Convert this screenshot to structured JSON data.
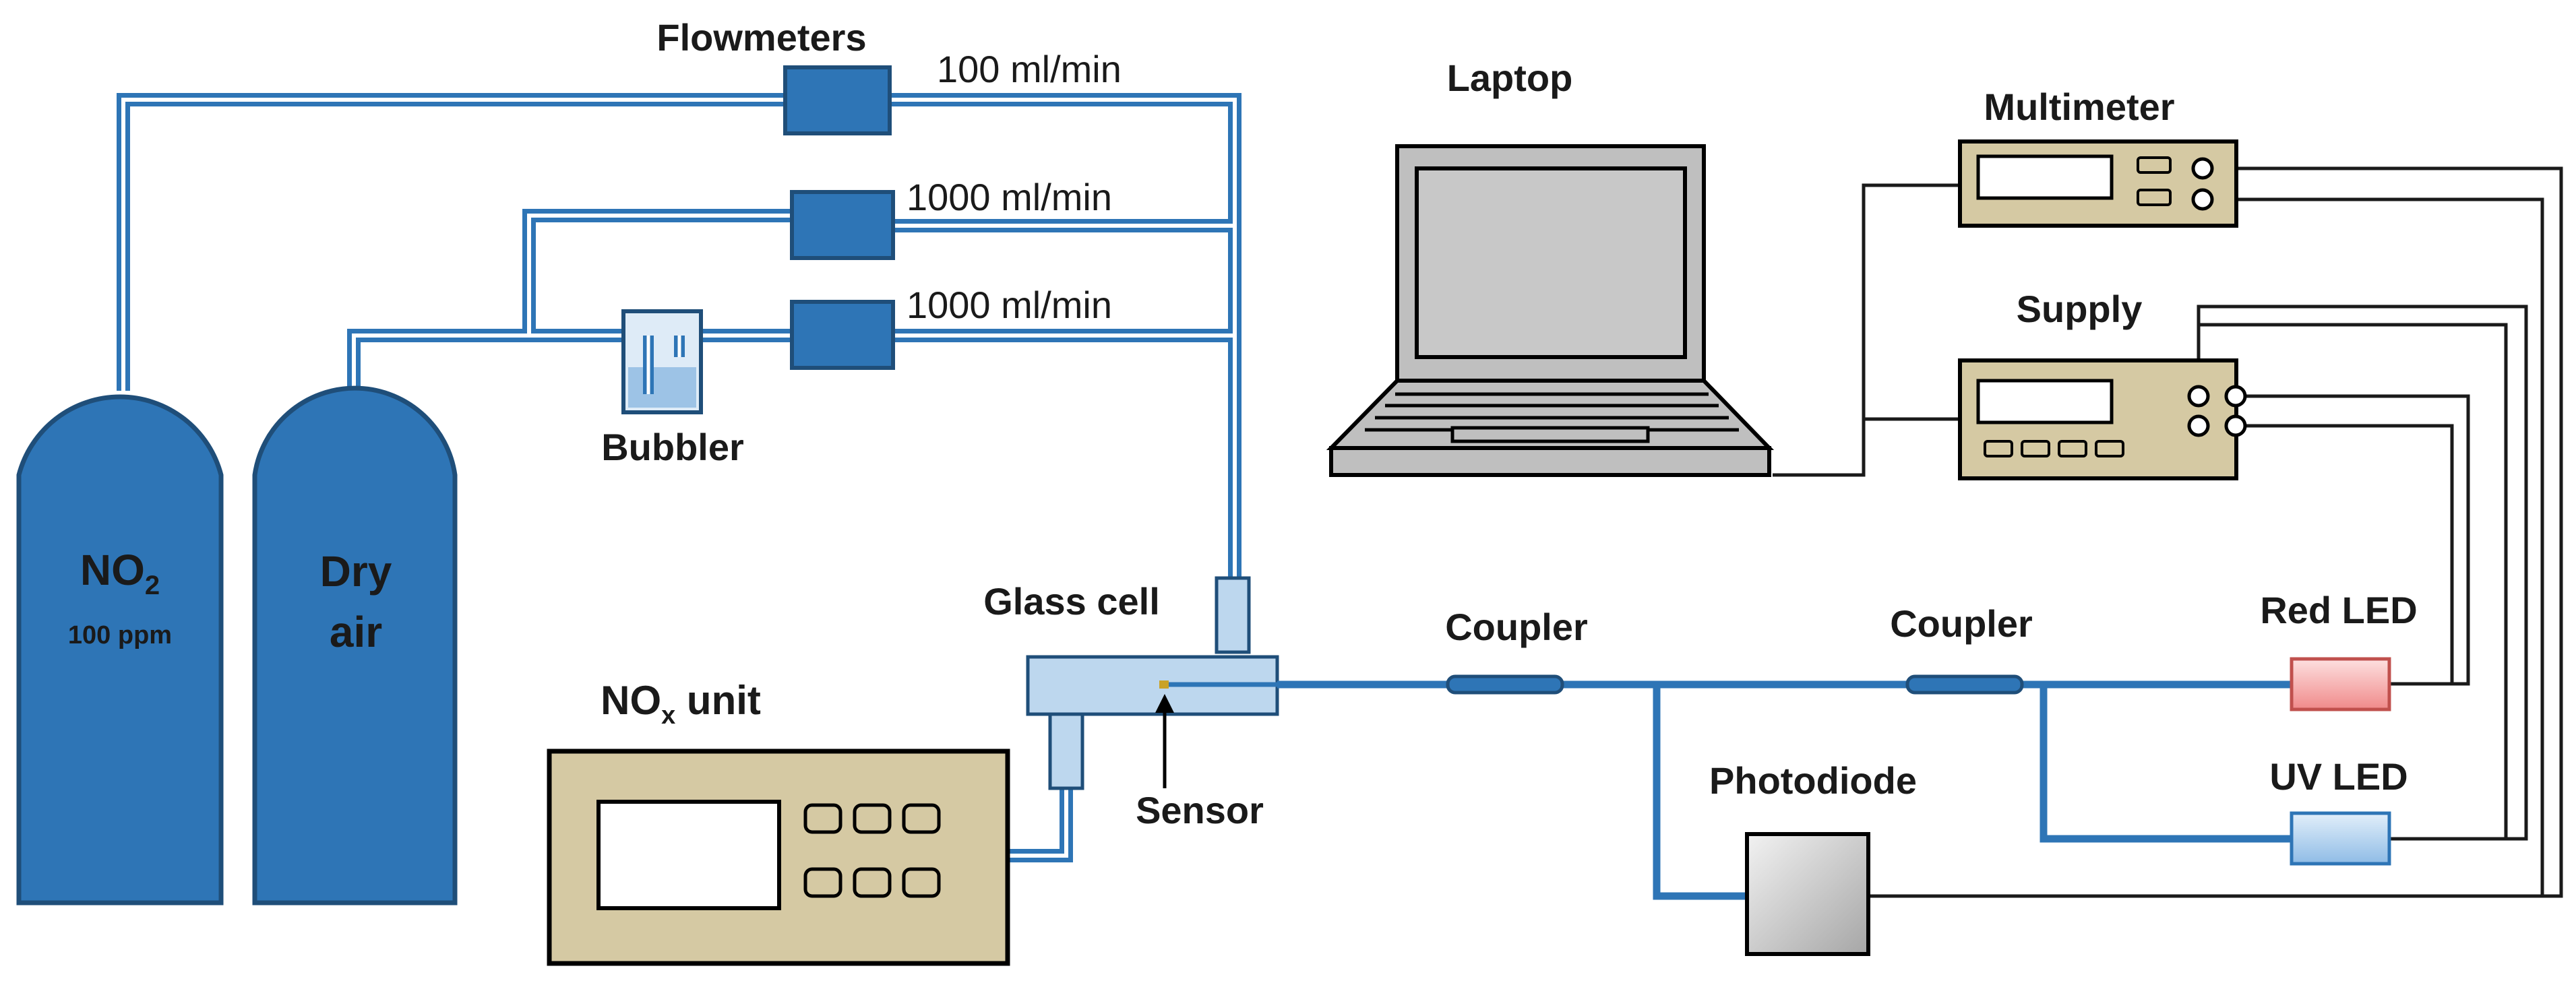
{
  "labels": {
    "flowmeters": "Flowmeters",
    "rate_1": "100 ml/min",
    "rate_2": "1000 ml/min",
    "rate_3": "1000 ml/min",
    "bubbler": "Bubbler",
    "no2_main": "NO",
    "no2_sub": "2",
    "no2_conc": "100 ppm",
    "dry_line1": "Dry",
    "dry_line2": "air",
    "nox_main": "NO",
    "nox_sub": "x",
    "nox_rest": " unit",
    "glass_cell": "Glass cell",
    "sensor": "Sensor",
    "coupler_1": "Coupler",
    "coupler_2": "Coupler",
    "laptop": "Laptop",
    "multimeter": "Multimeter",
    "supply": "Supply",
    "red_led": "Red LED",
    "uv_led": "UV LED",
    "photodiode": "Photodiode"
  },
  "colors": {
    "gas_blue": "#2E75B6",
    "gas_blue_dark": "#1F4E79",
    "pipe_light": "#9DC3E6",
    "instrument_tan": "#D5C9A3",
    "laptop_gray": "#BFBFBF",
    "red_led": "#F4A7A7",
    "uv_led": "#9DC3E6",
    "photodiode_gray": "#D0D0D0",
    "wire": "#1a1a1a"
  }
}
